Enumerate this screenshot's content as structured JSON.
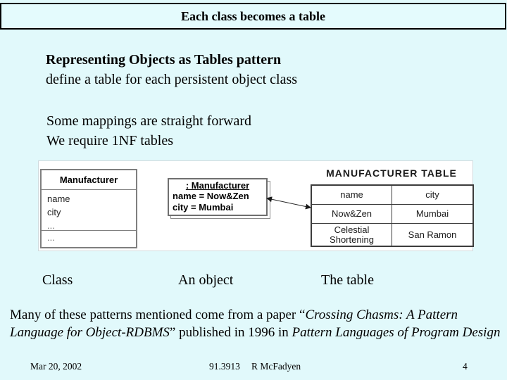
{
  "title_bar": {
    "title": "Each class becomes a table"
  },
  "body": {
    "heading_bold": "Representing Objects as Tables pattern",
    "heading_sub": "define a table for each persistent object class",
    "line1": "Some mappings are straight forward",
    "line2": "We require 1NF tables"
  },
  "diagram": {
    "class_box": {
      "title": "Manufacturer",
      "attributes": [
        "name",
        "city",
        "..."
      ],
      "operations": [
        "..."
      ]
    },
    "object_box": {
      "title": ": Manufacturer",
      "lines": [
        "name = Now&Zen",
        "city = Mumbai"
      ]
    },
    "table": {
      "title": "MANUFACTURER TABLE",
      "headers": [
        "name",
        "city"
      ],
      "rows": [
        [
          "Now&Zen",
          "Mumbai"
        ],
        [
          "Celestial Shortening",
          "San Ramon"
        ]
      ]
    },
    "captions": {
      "class": "Class",
      "object": "An object",
      "table": "The table"
    }
  },
  "note": {
    "segments": [
      {
        "text": "Many of these patterns mentioned come from a paper “"
      },
      {
        "text": "Crossing Chasms: A Pattern Language for Object-RDBMS"
      },
      {
        "text": "” published in 1996 in "
      },
      {
        "text": "Pattern Languages of Program Design"
      }
    ]
  },
  "footer": {
    "date": "Mar 20, 2002",
    "course": "91.3913",
    "author": "R McFadyen",
    "page_number": "4"
  },
  "colors": {
    "background": "#e1f9fb",
    "panel": "#ffffff",
    "border_gray": "#7f7f7f",
    "border_dark": "#3c3c3c"
  }
}
